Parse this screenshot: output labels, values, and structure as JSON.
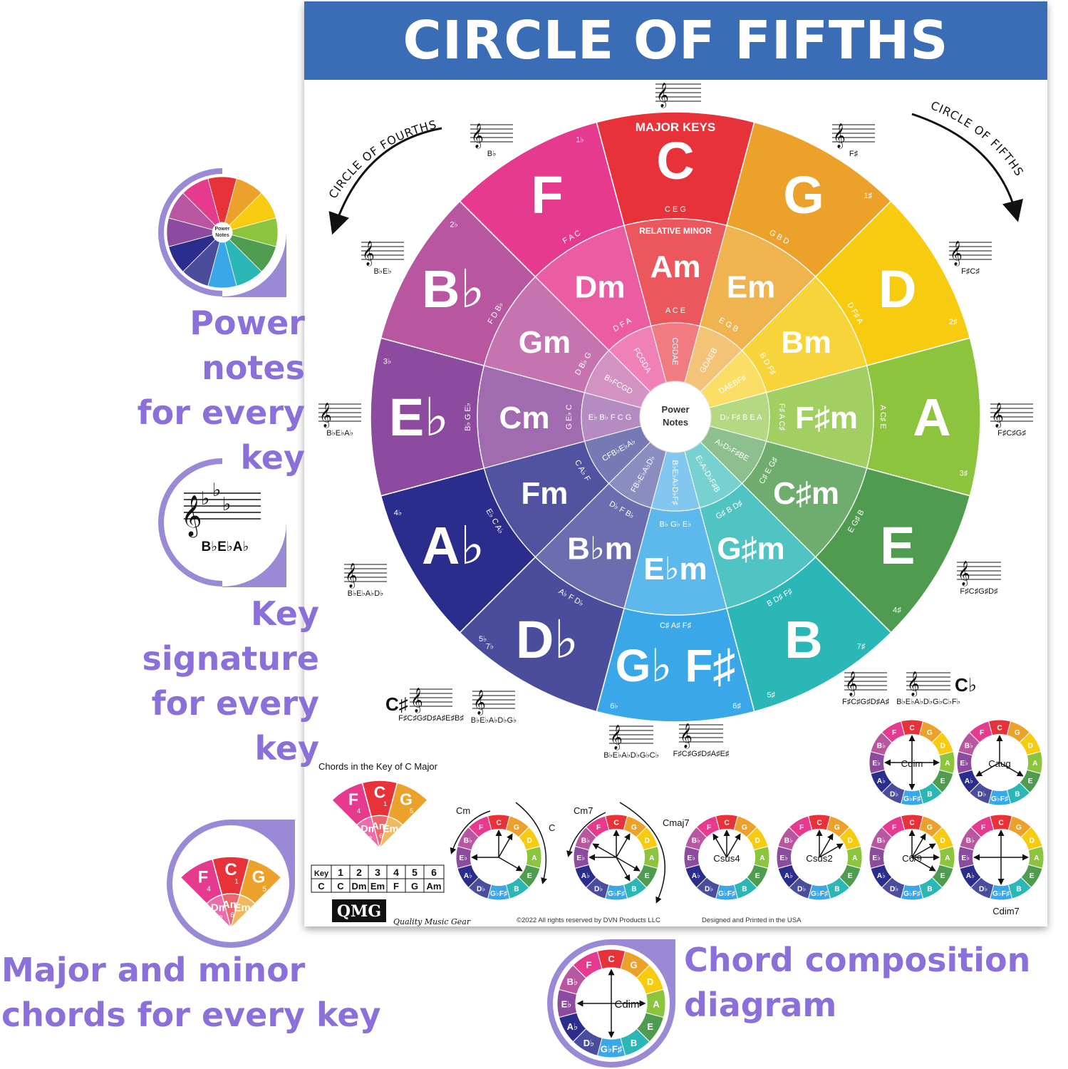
{
  "title": "CIRCLE OF FIFTHS",
  "labels": {
    "circle_of_fourths": "CIRCLE OF FOURTHS",
    "circle_of_fifths": "CIRCLE OF FIFTHS",
    "major_keys": "MAJOR KEYS",
    "relative_minor": "RELATIVE MINOR",
    "power_notes": [
      "Power",
      "Notes"
    ]
  },
  "keys": [
    {
      "major": "C",
      "minor": "Am",
      "acc": "",
      "color": "#e8323a",
      "major_notes": "C  E  G",
      "minor_notes": "A C E",
      "power": "CGDAE"
    },
    {
      "major": "G",
      "minor": "Em",
      "acc": "1♯",
      "color": "#eca22a",
      "major_notes": "G  B  D",
      "minor_notes": "E G B",
      "power": "GDAEB"
    },
    {
      "major": "D",
      "minor": "Bm",
      "acc": "2♯",
      "color": "#f7cb10",
      "major_notes": "D F♯ A",
      "minor_notes": "B D F♯",
      "power": "DAEBF♯"
    },
    {
      "major": "A",
      "minor": "F♯m",
      "acc": "3♯",
      "color": "#8cc43e",
      "major_notes": "A C♯ E",
      "minor_notes": "F♯ A C♯",
      "power": "D♭ F♯ B E A"
    },
    {
      "major": "E",
      "minor": "C♯m",
      "acc": "4♯",
      "color": "#4f9b4f",
      "major_notes": "E G♯ B",
      "minor_notes": "C♯ E G♯",
      "power": "A♭D♭F♯BE"
    },
    {
      "major": "B",
      "minor": "G♯m",
      "acc": "5♯",
      "color": "#2ab7b5",
      "major_notes": "B D♯ F♯",
      "minor_notes": "G♯ B D♯",
      "power": "E♭A♭D♭F♯B"
    },
    {
      "major": "G♭ F♯",
      "minor": "E♭m",
      "acc": "",
      "color": "#3aa8e8",
      "major_notes": "C♯  A♯  F♯",
      "minor_notes": "B♭ G♭ E♭",
      "power": "B♭E♭A♭D♭F♯"
    },
    {
      "major": "D♭",
      "minor": "B♭m",
      "acc": "5♭",
      "color": "#4a4d9c",
      "major_notes": "A♭ F D♭",
      "minor_notes": "D♭ F B♭",
      "power": "FB♭E♭A♭D♭"
    },
    {
      "major": "A♭",
      "minor": "Fm",
      "acc": "4♭",
      "color": "#2b2d8c",
      "major_notes": "E♭ C A♭",
      "minor_notes": "C A♭ F",
      "power": "CFB♭E♭A♭"
    },
    {
      "major": "E♭",
      "minor": "Cm",
      "acc": "3♭",
      "color": "#8c4b9e",
      "major_notes": "B♭ G E♭",
      "minor_notes": "G E♭ C",
      "power": "E♭ B♭ F C G"
    },
    {
      "major": "B♭",
      "minor": "Gm",
      "acc": "2♭",
      "color": "#b8569f",
      "major_notes": "F D B♭",
      "minor_notes": "D B♭ G",
      "power": "B♭FCGD"
    },
    {
      "major": "F",
      "minor": "Dm",
      "acc": "1♭",
      "color": "#e63a8e",
      "major_notes": "F  A  C",
      "minor_notes": "D F A",
      "power": "FCGDA"
    }
  ],
  "outer_acc_extra": {
    "sharp6": "6♯",
    "flat6": "6♭",
    "sharp7": "7♯",
    "flat7": "7♭"
  },
  "staff_labels": [
    "B♭",
    "F♯",
    "B♭E♭",
    "F♯C♯",
    "B♭E♭A♭",
    "F♯C♯G♯",
    "B♭E♭A♭D♭",
    "F♯C♯G♯D♯",
    "F♯C♯G♯D♯A♯",
    "B♭E♭A♭D♭G♭C♭F♭",
    "F♯C♯G♯D♯A♯E♯B♯",
    "B♭E♭A♭D♭G♭",
    "B♭E♭A♭D♭G♭C♭",
    "F♯C♯G♯D♯A♯E♯"
  ],
  "enharmonic": {
    "c_sharp": "C♯",
    "c_flat": "C♭"
  },
  "chords_section": {
    "title": "Chords in the Key of C Major",
    "wedge": [
      {
        "note": "F",
        "n": "4"
      },
      {
        "note": "C",
        "n": "1"
      },
      {
        "note": "G",
        "n": "5"
      },
      {
        "note": "Dm",
        "n": "2"
      },
      {
        "note": "Am",
        "n": "6"
      },
      {
        "note": "Em",
        "n": "3"
      }
    ],
    "table_head": [
      "Key",
      "1",
      "2",
      "3",
      "4",
      "5",
      "6"
    ],
    "table_row": [
      "C",
      "C",
      "Dm",
      "Em",
      "F",
      "G",
      "Am"
    ]
  },
  "mini_wheels": [
    "Cdim",
    "Caug",
    "Csus4",
    "Csus2",
    "C6/9",
    "Cdim7"
  ],
  "mini_labels": {
    "cm": "Cm",
    "c": "C",
    "cm7": "Cm7",
    "cmaj7": "Cmaj7"
  },
  "wheel_letters": [
    "C",
    "G",
    "D",
    "A",
    "E",
    "B",
    "G♭F♯",
    "D♭",
    "A♭",
    "E♭",
    "B♭",
    "F"
  ],
  "footer": {
    "logo": "QMG",
    "brand": "Quality Music Gear",
    "copyright": "©2022 All rights reserved by DVN Products LLC",
    "made": "Designed and Printed in the USA"
  },
  "callouts": {
    "power": [
      "Power notes",
      "for every key"
    ],
    "keysig": [
      "Key signature",
      "for every key"
    ],
    "chords": [
      "Major and minor",
      "chords for every key"
    ],
    "composition": [
      "Chord composition",
      "diagram"
    ]
  },
  "callout_insets": {
    "keysig_label": "B♭E♭A♭",
    "cdim": "Cdim",
    "power_small": [
      "Power",
      "Notes"
    ]
  }
}
